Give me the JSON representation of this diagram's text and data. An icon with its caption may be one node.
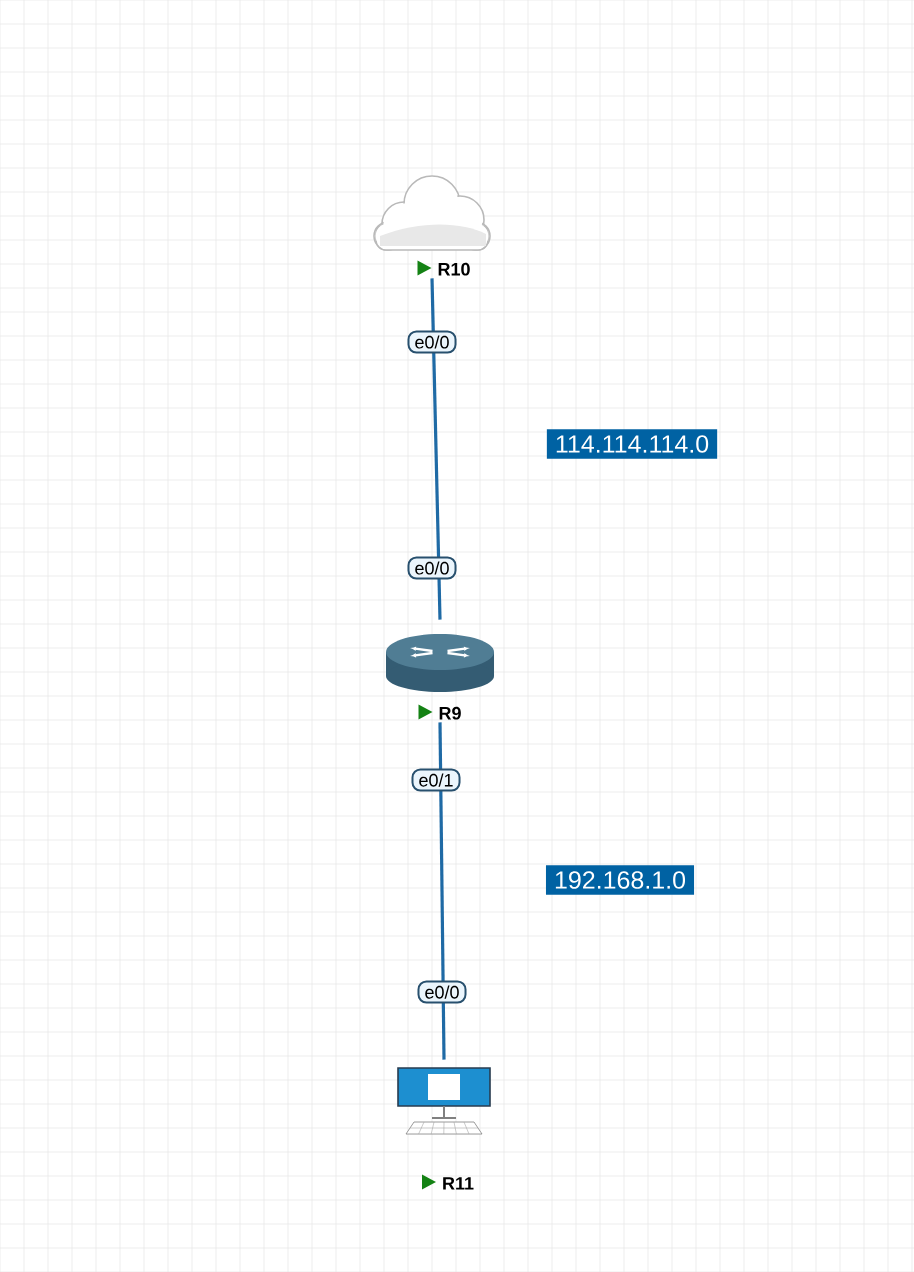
{
  "diagram": {
    "nodes": [
      {
        "text": [
          "R10"
        ]
      },
      {
        "text": [
          "R9"
        ]
      },
      {
        "text": [
          "R11"
        ]
      }
    ],
    "edges": [
      {
        "from": 0,
        "to": 1,
        "arrow": "none"
      },
      {
        "from": 1,
        "to": 2,
        "arrow": "none"
      }
    ],
    "labels": [
      "e0/0",
      "114.114.114.0",
      "e0/0",
      "e0/1",
      "192.168.1.0",
      "e0/0"
    ]
  }
}
